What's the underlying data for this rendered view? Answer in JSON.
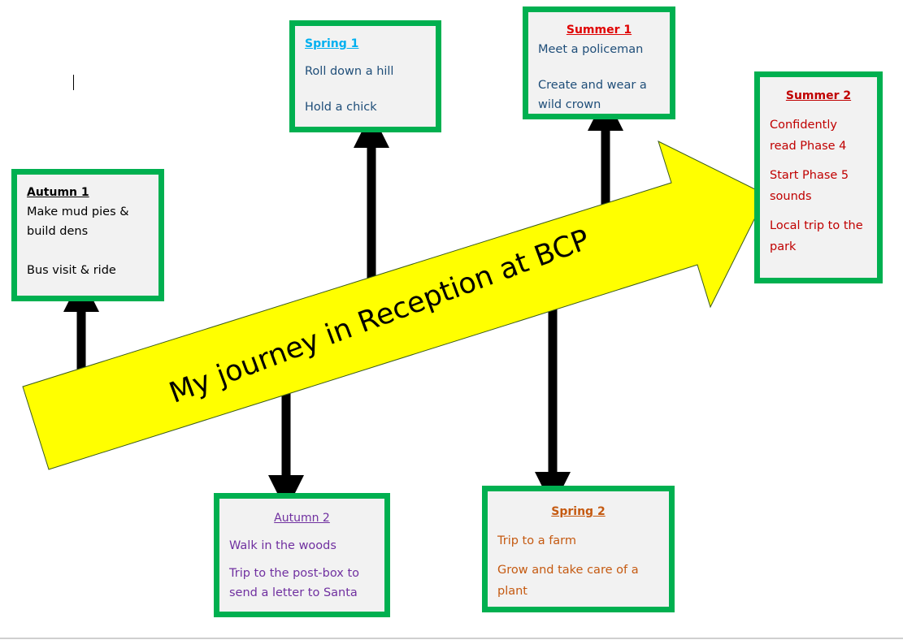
{
  "title": "My journey in Reception at BCP",
  "colors": {
    "border": "#00b050",
    "arrow": "#ffff00",
    "box_bg": "#f2f2f2"
  },
  "boxes": {
    "autumn1": {
      "heading": "Autumn 1",
      "items": [
        "Make mud pies & build dens",
        "Bus visit & ride"
      ],
      "color": "#000000"
    },
    "spring1": {
      "heading": "Spring 1",
      "items": [
        "Roll down a hill",
        "Hold a chick"
      ],
      "color": "#1f4e79",
      "heading_color": "#00b0f0"
    },
    "summer1": {
      "heading": "Summer 1",
      "items": [
        "Meet a policeman",
        "Create and wear a wild crown"
      ],
      "color": "#1f4e79",
      "heading_color": "#e00000"
    },
    "summer2": {
      "heading": "Summer 2",
      "items": [
        "Confidently read Phase 4",
        "Start Phase 5 sounds",
        "Local trip to the park"
      ],
      "color": "#c00000"
    },
    "autumn2": {
      "heading": "Autumn 2",
      "items": [
        "Walk in the woods",
        "Trip to the post-box to send a letter to Santa"
      ],
      "color": "#7030a0"
    },
    "spring2": {
      "heading": "Spring 2",
      "items": [
        "Trip to a farm",
        "Grow and take care of a plant"
      ],
      "color": "#c55a11"
    }
  }
}
